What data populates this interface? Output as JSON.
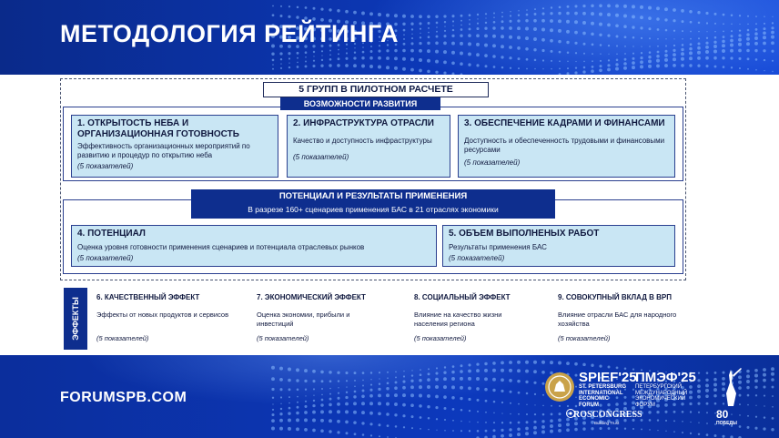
{
  "header": {
    "title": "МЕТОДОЛОГИЯ РЕЙТИНГА"
  },
  "section1": {
    "label": "5 ГРУПП В ПИЛОТНОМ РАСЧЕТЕ",
    "sublabel": "ВОЗМОЖНОСТИ РАЗВИТИЯ",
    "boxes": [
      {
        "title": "1. ОТКРЫТОСТЬ НЕБА И ОРГАНИЗАЦИОННАЯ ГОТОВНОСТЬ",
        "desc": "Эффективность организационных мероприятий по развитию и процедур по открытию неба",
        "count": "(5 показателей)"
      },
      {
        "title": "2. ИНФРАСТРУКТУРА ОТРАСЛИ",
        "desc": "Качество и доступность инфраструктуры",
        "count": "(5 показателей)"
      },
      {
        "title": "3. ОБЕСПЕЧЕНИЕ КАДРАМИ И ФИНАНСАМИ",
        "desc": "Доступность и обеспеченность трудовыми и финансовыми ресурсами",
        "count": "(5 показателей)"
      }
    ]
  },
  "section2": {
    "title": "ПОТЕНЦИАЛ И РЕЗУЛЬТАТЫ ПРИМЕНЕНИЯ",
    "subtitle": "В разрезе 160+ сценариев применения БАС в 21 отраслях экономики",
    "boxes": [
      {
        "title": "4. ПОТЕНЦИАЛ",
        "desc": "Оценка уровня готовности применения сценариев и потенциала отраслевых рынков",
        "count": "(5 показателей)"
      },
      {
        "title": "5. ОБЪЕМ ВЫПОЛНЕНЫХ РАБОТ",
        "desc": "Результаты применения БАС",
        "count": "(5 показателей)"
      }
    ]
  },
  "effects": {
    "label": "ЭФФЕКТЫ",
    "items": [
      {
        "title": "6. КАЧЕСТВЕННЫЙ ЭФФЕКТ",
        "desc": "Эффекты от новых продуктов и сервисов",
        "count": "(5 показателей)"
      },
      {
        "title": "7. ЭКОНОМИЧЕСКИЙ ЭФФЕКТ",
        "desc": "Оценка экономии, прибыли и инвестиций",
        "count": "(5 показателей)"
      },
      {
        "title": "8. СОЦИАЛЬНЫЙ ЭФФЕКТ",
        "desc": "Влияние на качество жизни населения региона",
        "count": "(5 показателей)"
      },
      {
        "title": "9. СОВОКУПНЫЙ ВКЛАД В ВРП",
        "desc": "Влияние отрасли БАС для народного хозяйства",
        "count": "(5 показателей)"
      }
    ]
  },
  "footer": {
    "site": "FORUMSPB.COM",
    "spief_main": "SPIEF'25",
    "spief_sub": [
      "ST. PETERSBURG",
      "INTERNATIONAL",
      "ECONOMIC",
      "FORUM"
    ],
    "pmef_main": "ПМЭФ'25",
    "pmef_sub": [
      "ПЕТЕРБУРГСКИЙ",
      "МЕЖДУНАРОДНЫЙ",
      "ЭКОНОМИЧЕСКИЙ",
      "ФОРУМ"
    ],
    "roscongress": "ROSCONGRESS",
    "roscongress_sub": "Building Trust",
    "anniversary": "80",
    "anniversary_sub": "ПОБЕДЫ"
  },
  "colors": {
    "navy": "#0e2e8e",
    "box_fill": "#c9e6f4",
    "header_blue": "#0c38b8"
  }
}
